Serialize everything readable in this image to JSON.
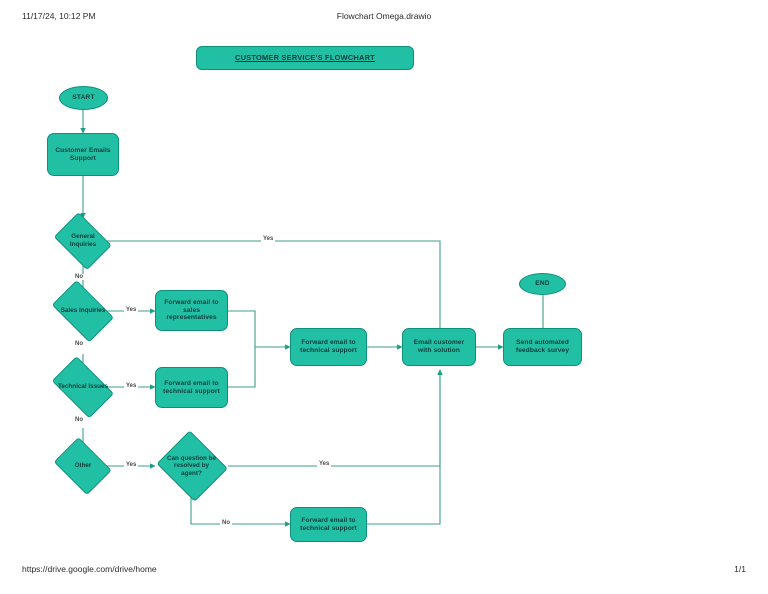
{
  "print": {
    "date": "11/17/24, 10:12 PM",
    "doc_title": "Flowchart Omega.drawio",
    "url": "https://drive.google.com/drive/home",
    "page_number": "1/1"
  },
  "theme": {
    "shape_fill": "#21C0A5",
    "shape_stroke": "#0e8f7c",
    "shape_text": "#0f3b38",
    "connector": "#3f9e8e",
    "label_text": "#4a4a4a",
    "page_background": "#ffffff"
  },
  "flowchart": {
    "title": "CUSTOMER SERVICE'S FLOWCHART",
    "nodes": {
      "start": "START",
      "customer_emails": "Customer Emails Support",
      "general_inquiries": "General Inquiries",
      "sales_inquiries": "Sales Inquiries",
      "technical_issues": "Technical Issues",
      "other": "Other",
      "can_resolve": "Can question be resolved by agent?",
      "forward_sales": "Forward email to sales representatives",
      "forward_tech_left": "Forward email to technical support",
      "forward_tech_center": "Forward email to technical support",
      "forward_tech_bottom": "Forward email to technical support",
      "email_customer": "Email customer with solution",
      "feedback_survey": "Send automated feedback survey",
      "end": "END"
    },
    "edge_labels": {
      "general_yes": "Yes",
      "general_no": "No",
      "sales_yes": "Yes",
      "sales_no": "No",
      "technical_yes": "Yes",
      "technical_no": "No",
      "other_yes": "Yes",
      "resolve_yes": "Yes",
      "resolve_no": "No"
    }
  }
}
